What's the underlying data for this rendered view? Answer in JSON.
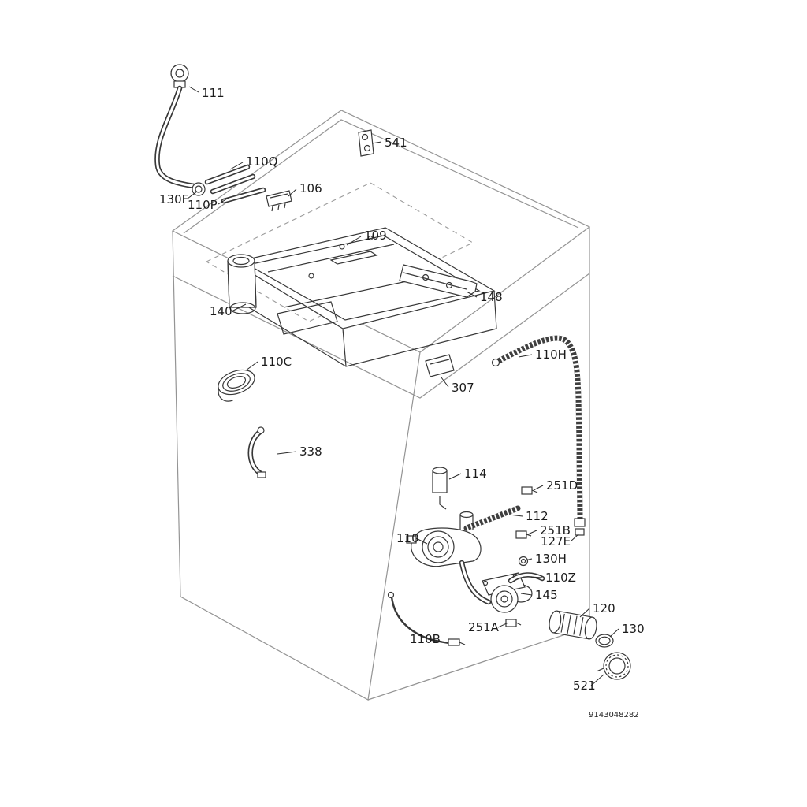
{
  "diagram": {
    "doc_number": "9143048282",
    "labels": [
      "111",
      "541",
      "110Q",
      "106",
      "130F",
      "110P",
      "109",
      "148",
      "140",
      "110C",
      "307",
      "110H",
      "338",
      "114",
      "251D",
      "112",
      "110",
      "251B",
      "127E",
      "130H",
      "110Z",
      "145",
      "120",
      "251A",
      "130",
      "110B",
      "521"
    ]
  }
}
